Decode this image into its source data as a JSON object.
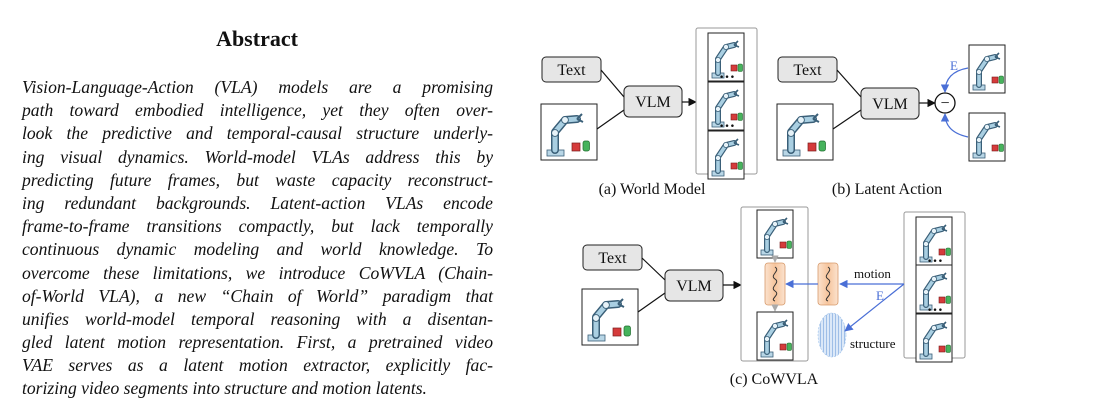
{
  "abstract": {
    "title": "Abstract",
    "lines": [
      "Vision-Language-Action (VLA) models are a promising",
      "path toward embodied intelligence, yet they often over-",
      "look the predictive and temporal-causal structure underly-",
      "ing visual dynamics.  World-model VLAs address this by",
      "predicting future frames, but waste capacity reconstruct-",
      "ing redundant backgrounds.  Latent-action VLAs encode",
      "frame-to-frame transitions compactly, but lack temporally",
      "continuous dynamic modeling and world knowledge.  To",
      "overcome these limitations, we introduce CoWVLA (Chain-",
      "of-World VLA), a new “Chain of World” paradigm that",
      "unifies world-model temporal reasoning with a disentan-",
      "gled latent motion representation. First, a pretrained video",
      "VAE serves as a latent motion extractor, explicitly fac-",
      "torizing video segments into structure and motion latents."
    ]
  },
  "figure": {
    "panel_a": {
      "text_box": "Text",
      "vlm_box": "VLM",
      "ellipsis": "…",
      "caption": "(a) World Model"
    },
    "panel_b": {
      "text_box": "Text",
      "vlm_box": "VLM",
      "e_label": "E",
      "minus": "−",
      "caption": "(b) Latent Action"
    },
    "panel_c": {
      "text_box": "Text",
      "vlm_box": "VLM",
      "motion_label": "motion",
      "e_label": "E",
      "structure_label": "structure",
      "ellipsis": "…",
      "caption": "(c) CoWVLA"
    }
  }
}
